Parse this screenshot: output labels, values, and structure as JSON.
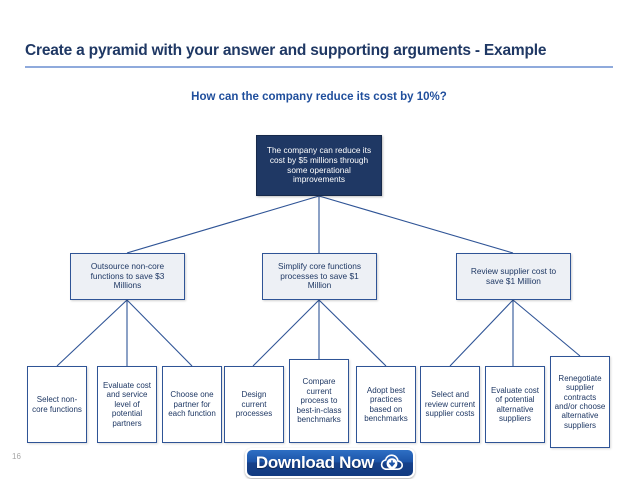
{
  "slide": {
    "title": "Create a pyramid with your answer and supporting arguments - Example",
    "question": "How can the company reduce its cost by 10%?",
    "page_number": "16"
  },
  "pyramid": {
    "root": {
      "text": "The company can reduce its cost by $5 millions through some operational improvements"
    },
    "branches": [
      {
        "text": "Outsource non-core functions to save $3 Millions",
        "leaves": [
          {
            "text": "Select non-core functions"
          },
          {
            "text": "Evaluate cost and service level of potential partners"
          },
          {
            "text": "Choose one partner for each function"
          }
        ]
      },
      {
        "text": "Simplify core functions processes to save $1 Million",
        "leaves": [
          {
            "text": "Design current processes"
          },
          {
            "text": "Compare current process to best-in-class benchmarks"
          },
          {
            "text": "Adopt best practices based on benchmarks"
          }
        ]
      },
      {
        "text": "Review supplier cost to save $1 Million",
        "leaves": [
          {
            "text": "Select and review current supplier costs"
          },
          {
            "text": "Evaluate cost of potential alternative suppliers"
          },
          {
            "text": "Renegotiate supplier contracts and/or choose alternative suppliers"
          }
        ]
      }
    ]
  },
  "download_button": {
    "label": "Download Now",
    "icon": "cloud-download-icon"
  },
  "colors": {
    "title": "#1F3864",
    "rule": "#8FAADC",
    "question": "#1F4E9C",
    "root_fill": "#1F3864",
    "mid_fill": "#EDF0F5",
    "leaf_fill": "#FFFFFF",
    "border": "#2F5496",
    "button": "#1C54A8"
  }
}
